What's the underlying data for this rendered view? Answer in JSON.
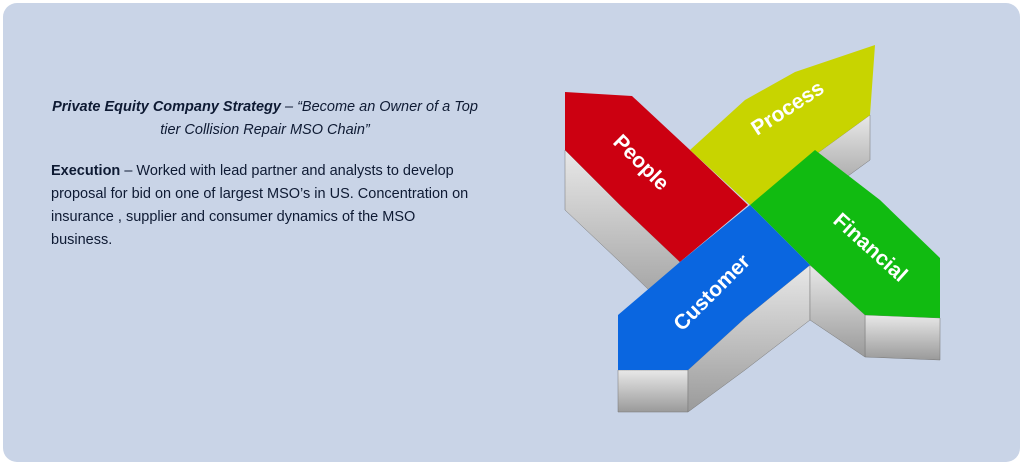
{
  "strategy": {
    "title": "Private Equity Company Strategy",
    "text": " – “Become an Owner of a Top tier Collision Repair MSO Chain”"
  },
  "execution": {
    "title": "Execution",
    "text": " – Worked with lead partner and analysts to develop proposal for bid on one of largest MSO’s in US. Concentration on insurance , supplier and consumer dynamics of the MSO business."
  },
  "diagram": {
    "pieces": [
      {
        "label": "People",
        "color": "#cc0011"
      },
      {
        "label": "Process",
        "color": "#c8d400"
      },
      {
        "label": "Financial",
        "color": "#11bb11"
      },
      {
        "label": "Customer",
        "color": "#0a66e0"
      }
    ]
  }
}
